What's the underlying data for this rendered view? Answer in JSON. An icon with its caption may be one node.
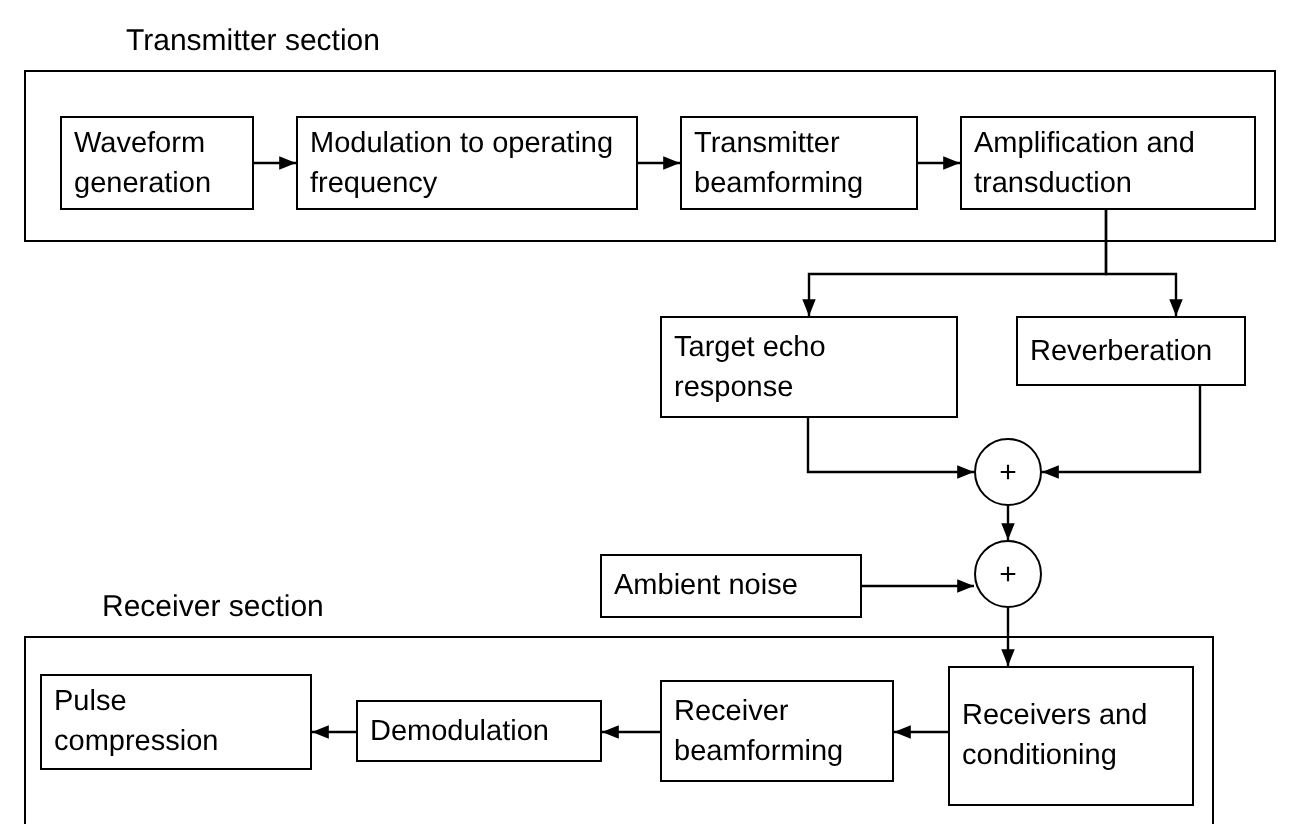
{
  "diagram": {
    "nodes": [
      {
        "text": [
          "Transmitter section"
        ]
      },
      {
        "text": [
          "Waveform generation"
        ],
        "in": 0
      },
      {
        "text": [
          "Modulation to operating frequency"
        ],
        "in": 0
      },
      {
        "text": [
          "Transmitter beamforming"
        ],
        "in": 0
      },
      {
        "text": [
          "Amplification and transduction"
        ],
        "in": 0
      },
      {
        "text": [
          "Target echo response"
        ]
      },
      {
        "text": [
          "Reverberation"
        ]
      },
      {
        "text": [
          "+"
        ]
      },
      {
        "text": [
          "Ambient noise"
        ]
      },
      {
        "text": [
          "+"
        ]
      },
      {
        "text": [
          "Receiver section"
        ]
      },
      {
        "text": [
          "Pulse compression"
        ],
        "in": 10
      },
      {
        "text": [
          "Demodulation"
        ],
        "in": 10
      },
      {
        "text": [
          "Receiver beamforming"
        ],
        "in": 10
      },
      {
        "text": [
          "Receivers and conditioning"
        ],
        "in": 10
      }
    ],
    "edges": [
      {
        "from": 1,
        "to": 2,
        "arrow": "to"
      },
      {
        "from": 2,
        "to": 3,
        "arrow": "to"
      },
      {
        "from": 3,
        "to": 4,
        "arrow": "to"
      },
      {
        "from": 4,
        "to": 5,
        "arrow": "to"
      },
      {
        "from": 4,
        "to": 6,
        "arrow": "to"
      },
      {
        "from": 5,
        "to": 7,
        "arrow": "to"
      },
      {
        "from": 6,
        "to": 7,
        "arrow": "to"
      },
      {
        "from": 7,
        "to": 9,
        "arrow": "to"
      },
      {
        "from": 8,
        "to": 9,
        "arrow": "to"
      },
      {
        "from": 9,
        "to": 14,
        "arrow": "to"
      },
      {
        "from": 14,
        "to": 13,
        "arrow": "to"
      },
      {
        "from": 13,
        "to": 12,
        "arrow": "to"
      },
      {
        "from": 12,
        "to": 11,
        "arrow": "to"
      }
    ]
  }
}
